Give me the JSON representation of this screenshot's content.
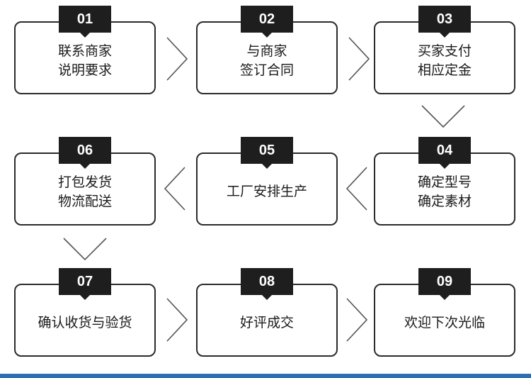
{
  "steps": [
    {
      "num": "01",
      "lines": [
        "联系商家",
        "说明要求"
      ]
    },
    {
      "num": "02",
      "lines": [
        "与商家",
        "签订合同"
      ]
    },
    {
      "num": "03",
      "lines": [
        "买家支付",
        "相应定金"
      ]
    },
    {
      "num": "04",
      "lines": [
        "确定型号",
        "确定素材"
      ]
    },
    {
      "num": "05",
      "lines": [
        "工厂安排生产"
      ]
    },
    {
      "num": "06",
      "lines": [
        "打包发货",
        "物流配送"
      ]
    },
    {
      "num": "07",
      "lines": [
        "确认收货与验货"
      ]
    },
    {
      "num": "08",
      "lines": [
        "好评成交"
      ]
    },
    {
      "num": "09",
      "lines": [
        "欢迎下次光临"
      ]
    }
  ],
  "colors": {
    "badge": "#1e1e1e",
    "border": "#2b2b2b",
    "arrow": "#555555",
    "accent_bar": "#2d6fb3"
  }
}
